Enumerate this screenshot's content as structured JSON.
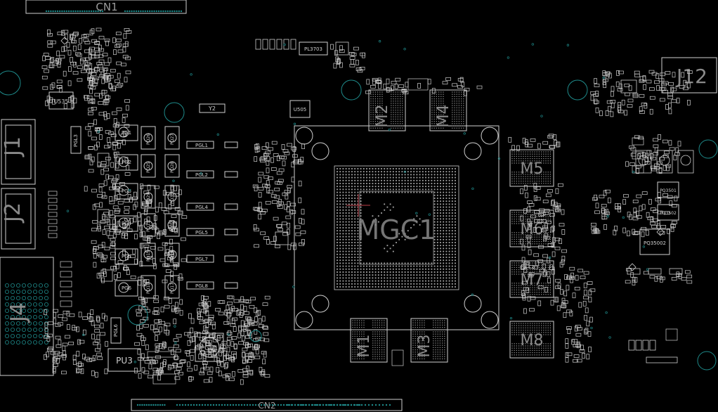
{
  "labels": {
    "cn1": "CN1",
    "cn2": "CN2",
    "j1": "J1",
    "j2": "J2",
    "j4": "J4",
    "j12": "J12",
    "m1": "M1",
    "m2": "M2",
    "m3": "M3",
    "m4": "M4",
    "m5": "M5",
    "m6": "M6",
    "m7": "M7",
    "m8": "M8",
    "mgc1": "MGC1",
    "pgu1": "PGU1",
    "pu3": "PU3",
    "u505": "U505",
    "u535": "U535",
    "y2": "Y2",
    "pl3703": "PL3703",
    "pgl1": "PGL1",
    "pgl2": "PGL2",
    "pgl4": "PGL4",
    "pgl5": "PGL5",
    "pgl7": "PGL7",
    "pgl8": "PGL8",
    "pgl3": "PGL3",
    "pgl6": "PGL6",
    "pq35002": "PQ35002",
    "pq35001": "PQ3501",
    "pq35003": "PQ3502",
    "pg1": "PG1",
    "pg2": "PG2",
    "pg3": "PG3",
    "pg4": "PG4",
    "pg5": "PG5",
    "pg6": "PG6",
    "pq_cols": [
      "PQ26",
      "PQ27",
      "PQ25",
      "PQ28",
      "PQ29",
      "PQ30",
      "PQ11",
      "PQ12",
      "PQ15",
      "PQ16",
      "PQ18",
      "PQ17"
    ]
  },
  "colors": {
    "background": "#000000",
    "outline": "#cfcfcf",
    "label": "#8a8a8a",
    "hole": "#1e8a8a",
    "marker": "#c0404a"
  }
}
